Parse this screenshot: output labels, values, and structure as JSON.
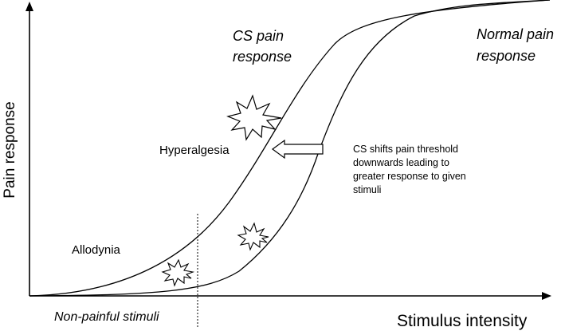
{
  "axes": {
    "y_label": "Pain response",
    "x_label": "Stimulus intensity"
  },
  "curves": {
    "cs_label_line1": "CS pain",
    "cs_label_line2": "response",
    "normal_label_line1": "Normal pain",
    "normal_label_line2": "response"
  },
  "regions": {
    "hyperalgesia": "Hyperalgesia",
    "allodynia": "Allodynia",
    "non_painful": "Non-painful stimuli"
  },
  "annotation": {
    "line1": "CS shifts pain threshold",
    "line2": "downwards leading to",
    "line3": "greater response to given",
    "line4": "stimuli"
  },
  "colors": {
    "line": "#000000",
    "background": "#ffffff"
  }
}
